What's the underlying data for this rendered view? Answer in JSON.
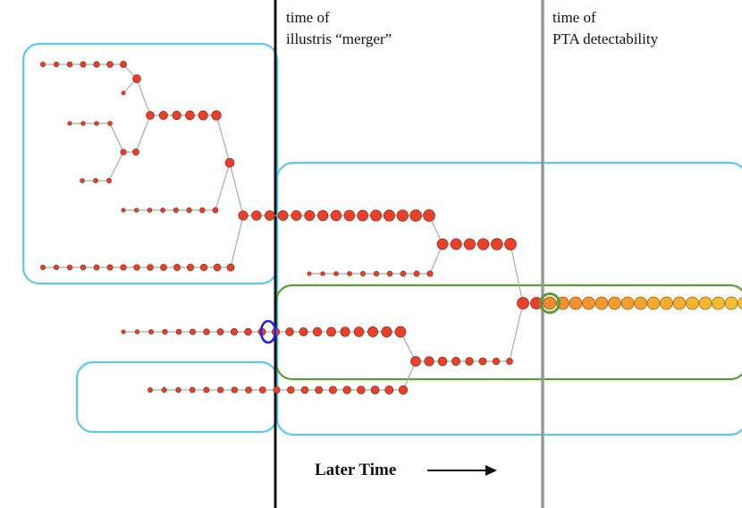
{
  "labels": {
    "merger_time": [
      "time of",
      "illustris “merger”"
    ],
    "pta_time": [
      "time of",
      "PTA detectability"
    ],
    "later_time": "Later Time"
  },
  "colors": {
    "node_red": "#e8412b",
    "node_orange": "#f08a2e",
    "node_yellow": "#f5c232",
    "node_stroke": "#8a2a1a",
    "edge": "#aaaaaa",
    "group_box_blue": "#5bc8f0",
    "group_box_green": "#5f9b35",
    "marker_blue": "#2222ee",
    "marker_green": "#5f9b35",
    "merger_line": "#111111",
    "pta_line": "#999999"
  }
}
